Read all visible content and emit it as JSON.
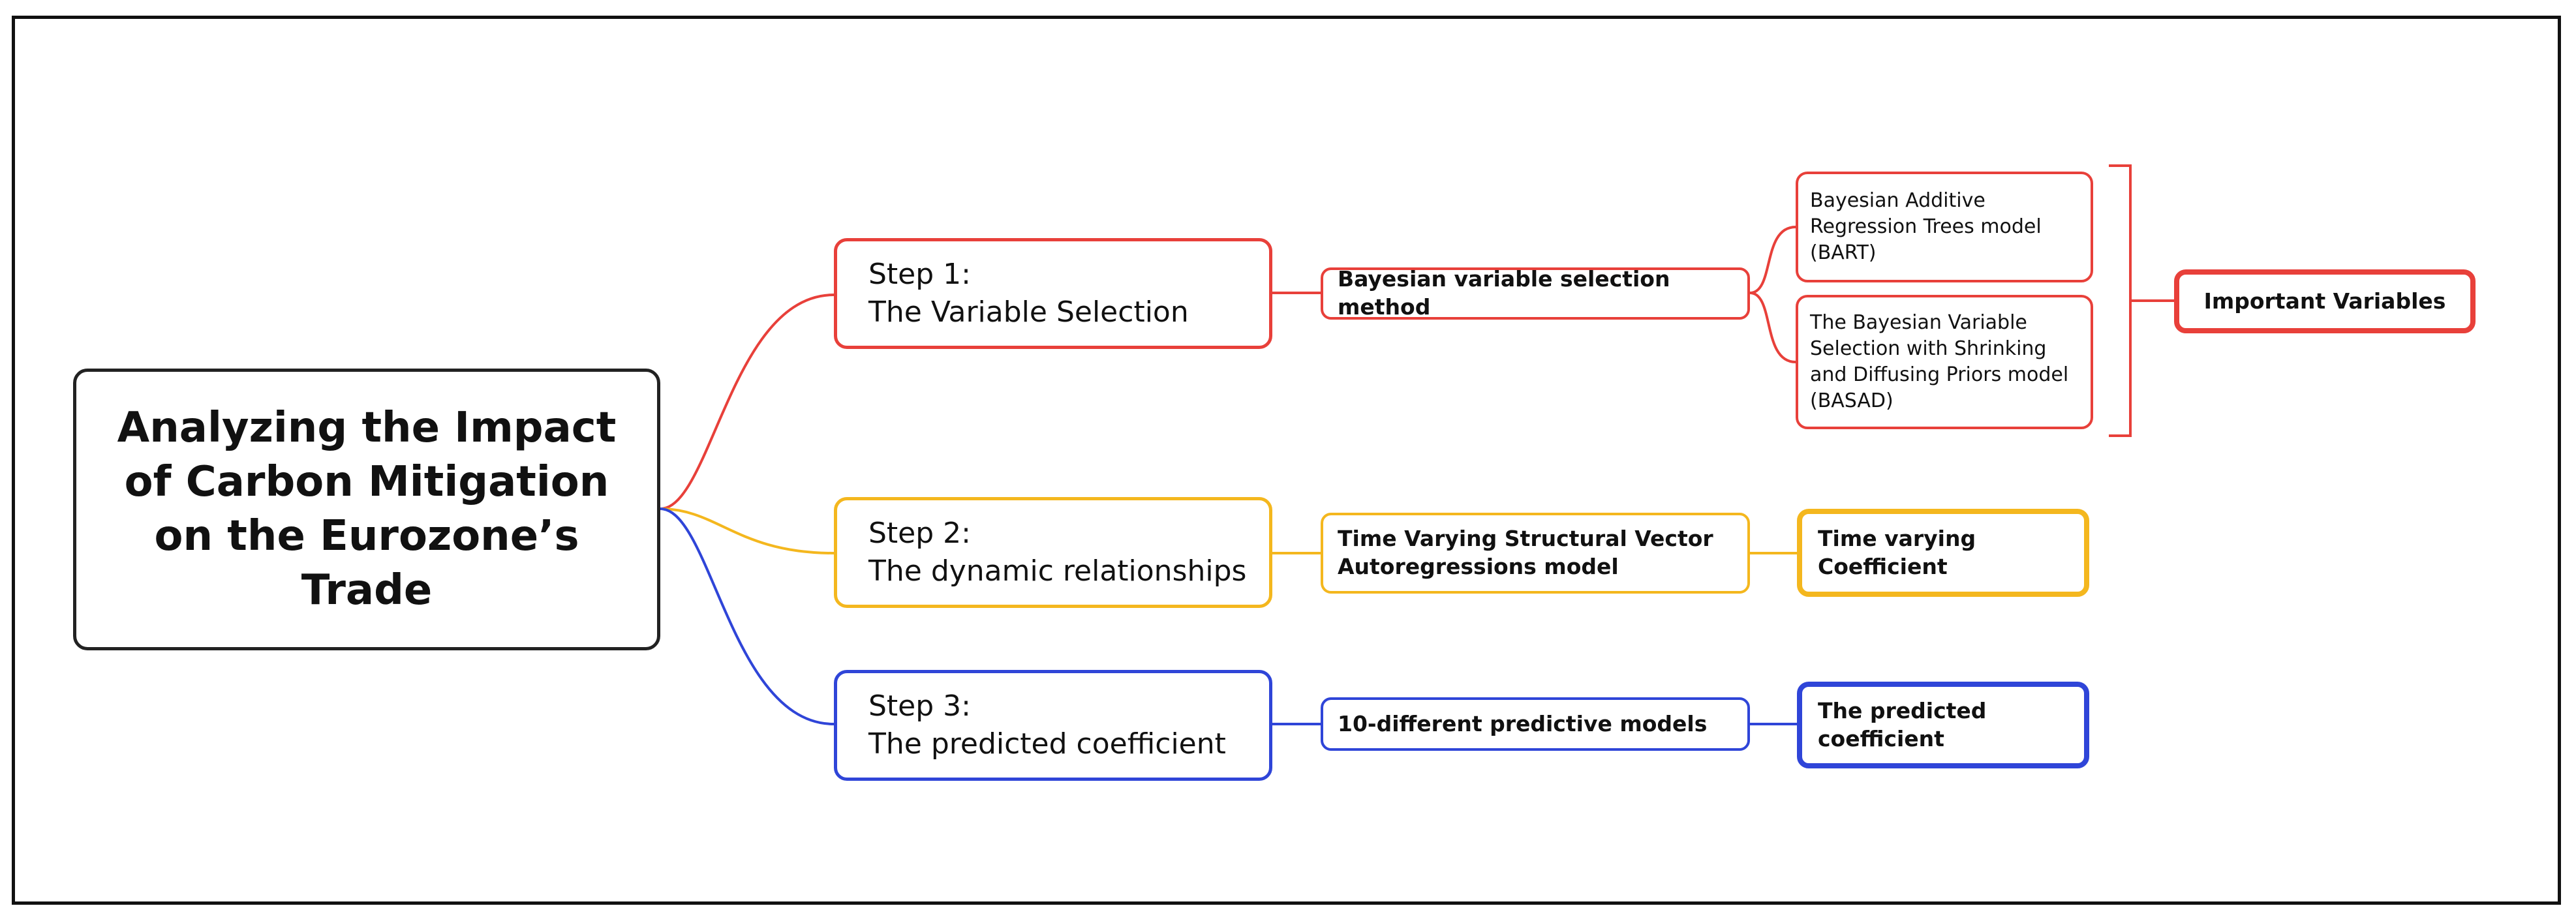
{
  "colors": {
    "step1": "#e8403a",
    "step2": "#f4b71e",
    "step3": "#2f45d8",
    "root_border": "#222222"
  },
  "root": {
    "title": "Analyzing the Impact of Carbon Mitigation on the Eurozone’s Trade"
  },
  "steps": [
    {
      "label": "Step 1:\nThe Variable Selection",
      "method": "Bayesian variable selection method",
      "models": [
        "Bayesian Additive Regression Trees model (BART)",
        "The Bayesian Variable Selection with Shrinking and Diffusing Priors model (BASAD)"
      ],
      "result": "Important Variables"
    },
    {
      "label": "Step 2:\nThe dynamic relationships",
      "method": "Time Varying Structural Vector Autoregressions model",
      "result": "Time varying Coefficient"
    },
    {
      "label": "Step 3:\nThe predicted coefficient",
      "method": "10-different predictive models",
      "result": "The predicted coefficient"
    }
  ]
}
